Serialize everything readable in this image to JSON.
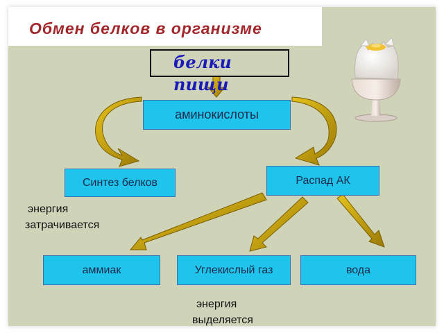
{
  "title": "Обмен белков в организме",
  "food_proteins": "белки пищи",
  "amino_acids": "аминокислоты",
  "protein_synthesis": "Синтез белков",
  "aa_breakdown": "Распад АК",
  "products": {
    "ammonia": "аммиак",
    "carbon_dioxide": "Углекислый газ",
    "water": "вода"
  },
  "energy_spent": {
    "line1": "энергия",
    "line2": "затрачивается"
  },
  "energy_released": {
    "line1": "энергия",
    "line2": "выделяется"
  },
  "colors": {
    "background": "#cfd3b8",
    "box_fill": "#1fc4ec",
    "title": "#a3262a",
    "arrow": "#c8a000"
  },
  "icons": [
    "egg-cup-icon"
  ]
}
